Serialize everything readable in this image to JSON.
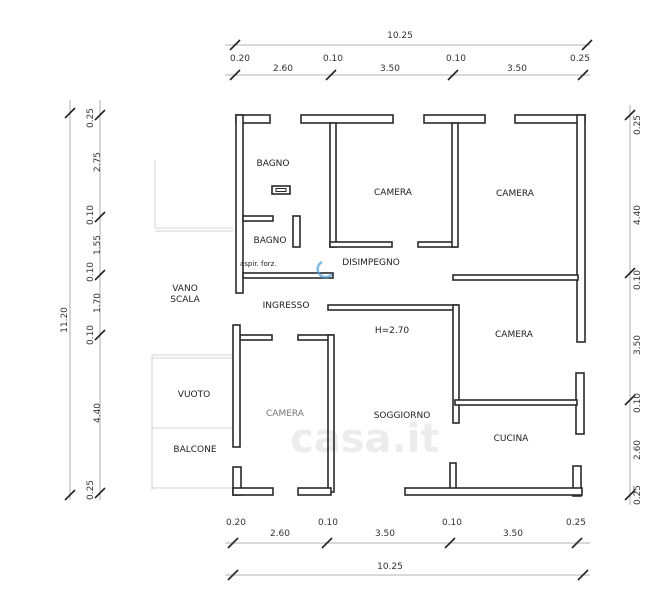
{
  "plan": {
    "rooms": {
      "bagno1": "BAGNO",
      "bagno2": "BAGNO",
      "aspir": "aspir. forz.",
      "camera1": "CAMERA",
      "camera2": "CAMERA",
      "camera3": "CAMERA",
      "camera4": "CAMERA",
      "disimpegno": "DISIMPEGNO",
      "ingresso": "INGRESSO",
      "height": "H=2.70",
      "soggiorno": "SOGGIORNO",
      "cucina": "CUCINA",
      "vano": "VANO",
      "scala": "SCALA",
      "vuoto": "VUOTO",
      "balcone": "BALCONE"
    },
    "watermark": "casa.it"
  },
  "dimensions": {
    "top_total": "10.25",
    "top": [
      "0.20",
      "2.60",
      "0.10",
      "3.50",
      "0.10",
      "3.50",
      "0.25"
    ],
    "bottom_total": "10.25",
    "bottom": [
      "0.20",
      "2.60",
      "0.10",
      "3.50",
      "0.10",
      "3.50",
      "0.25"
    ],
    "left_total": "11.20",
    "left": [
      "0.25",
      "2.75",
      "0.10",
      "1.55",
      "0.10",
      "1.70",
      "0.10",
      "4.40",
      "0.25"
    ],
    "right": [
      "0.25",
      "4.40",
      "0.10",
      "3.50",
      "0.10",
      "2.60",
      "0.25"
    ]
  }
}
